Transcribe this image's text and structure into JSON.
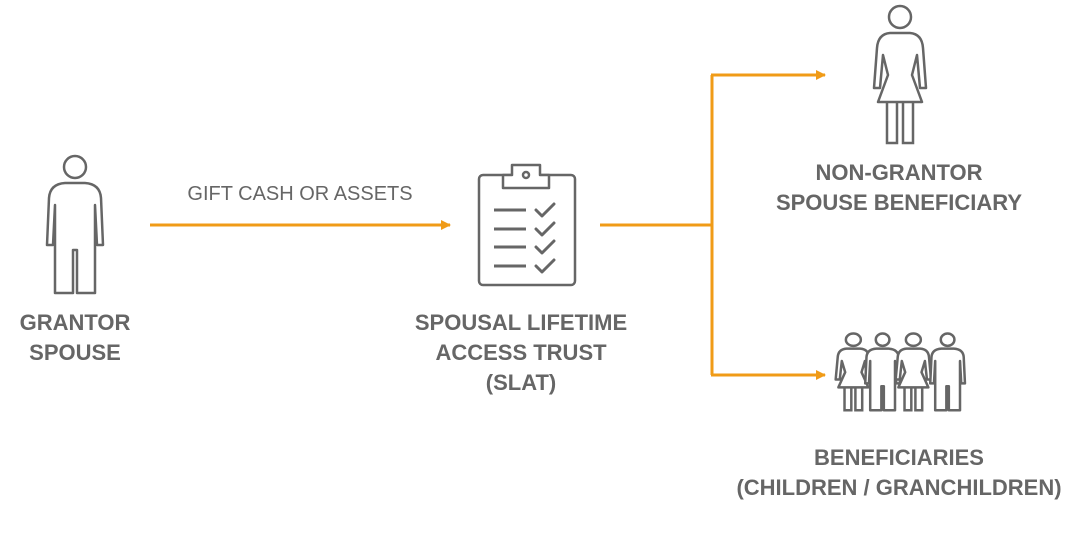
{
  "colors": {
    "icon": "#666666",
    "arrow": "#F09B17",
    "text": "#666666"
  },
  "nodes": {
    "grantor": {
      "icon": "man-icon",
      "lines": [
        "GRANTOR",
        "SPOUSE"
      ]
    },
    "slat": {
      "icon": "clipboard-checklist-icon",
      "lines": [
        "SPOUSAL LIFETIME",
        "ACCESS TRUST",
        "(SLAT)"
      ]
    },
    "spouse": {
      "icon": "woman-icon",
      "lines": [
        "NON-GRANTOR",
        "SPOUSE BENEFICIARY"
      ]
    },
    "children": {
      "icon": "children-group-icon",
      "lines": [
        "BENEFICIARIES",
        "(CHILDREN / GRANCHILDREN)"
      ]
    }
  },
  "edges": {
    "gift": {
      "label": "GIFT CASH OR ASSETS"
    }
  }
}
